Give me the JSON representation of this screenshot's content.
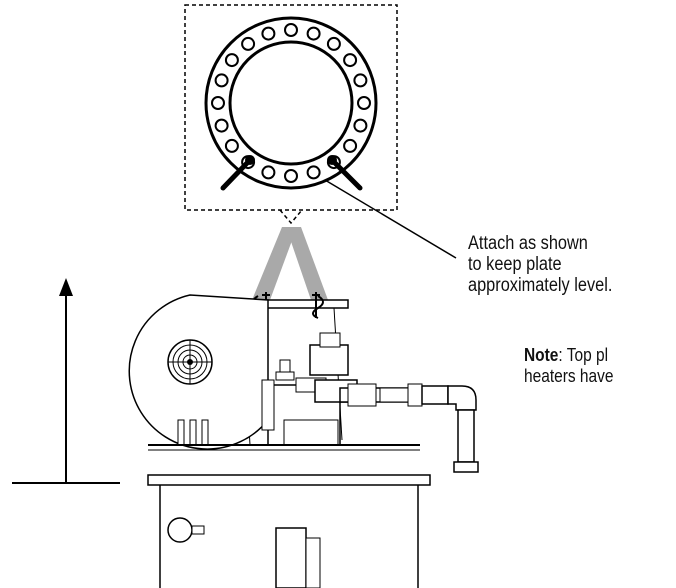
{
  "annotations": {
    "attach_line1": "Attach as shown",
    "attach_line2": "to keep plate",
    "attach_line3": "approximately level.",
    "note_label": "Note",
    "note_line1_rest": ": Top pl",
    "note_line2": "heaters have"
  }
}
